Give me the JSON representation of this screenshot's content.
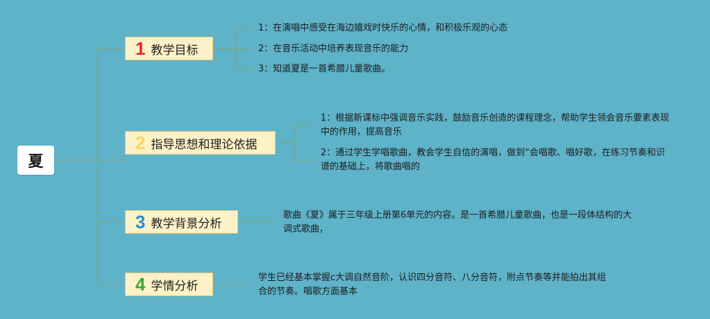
{
  "root": {
    "label": "夏"
  },
  "branches": [
    {
      "number": "1",
      "title": "教学目标",
      "number_color": "#e8262b",
      "items": [
        "1：在演唱中感受在海边嬉戏时快乐的心情，和积极乐观的心态",
        "2：在音乐活动中培养表现音乐的能力",
        "3：知道夏是一首希腊儿童歌曲。"
      ]
    },
    {
      "number": "2",
      "title": "指导思想和理论依据",
      "number_color": "#f7d85a",
      "items": [
        "1：根据新课标中强调音乐实践，鼓励音乐创造的课程理念，帮助学生领会音乐要素表现中的作用，提高音乐",
        "2：通过学生学唱歌曲，教会学生自信的演唱，做到“会唱歌、唱好歌，在练习节奏和识谱的基础上，将歌曲唱的"
      ]
    },
    {
      "number": "3",
      "title": "教学背景分析",
      "number_color": "#2b8fd6",
      "items": [
        "歌曲《夏》属于三年级上册第6单元的内容。是一首希腊儿童歌曲，也是一段体结构的大调式歌曲，"
      ]
    },
    {
      "number": "4",
      "title": "学情分析",
      "number_color": "#3aa63a",
      "items": [
        "学生已经基本掌握c大调自然音阶，认识四分音符、八分音符，附点节奏等并能拍出其组合的节奏。唱歌方面基本"
      ]
    }
  ],
  "colors": {
    "background": "#5eb3c9",
    "connector": "#7aa88a",
    "branch_fill": "#fdf1c7"
  }
}
